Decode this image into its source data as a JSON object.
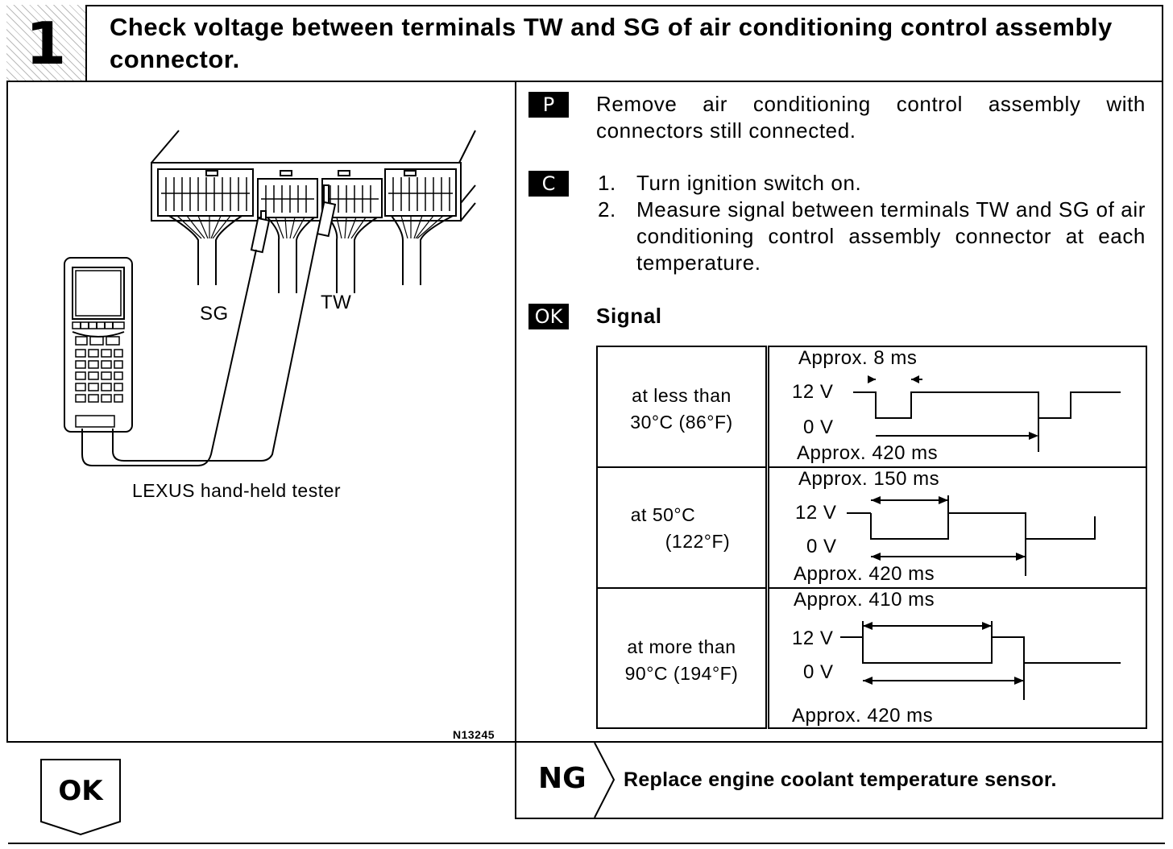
{
  "step": {
    "number": "1",
    "title": "Check voltage between terminals TW and SG of air conditioning control assembly connector."
  },
  "figure": {
    "label_sg": "SG",
    "label_tw": "TW",
    "tester_label": "LEXUS hand-held tester",
    "figure_id": "N13245"
  },
  "prep": {
    "tag": "P",
    "text": "Remove air conditioning control assembly with connectors still connected."
  },
  "check": {
    "tag": "C",
    "step1_num": "1.",
    "step1": "Turn ignition switch on.",
    "step2_num": "2.",
    "step2": "Measure signal between terminals TW and SG of air conditioning control assembly connector at each temperature."
  },
  "ok_spec": {
    "tag": "OK",
    "label": "Signal"
  },
  "signal_table": {
    "rows": [
      {
        "condition_line1": "at less than",
        "condition_line2": "30°C (86°F)",
        "top_label": "Approx. 8 ms",
        "high_label": "12 V",
        "low_label": "0 V",
        "bottom_label": "Approx. 420 ms",
        "low_duration_ms": 8,
        "period_ms": 420
      },
      {
        "condition_line1": "at 50°C",
        "condition_line2": "(122°F)",
        "top_label": "Approx. 150 ms",
        "high_label": "12 V",
        "low_label": "0 V",
        "bottom_label": "Approx. 420 ms",
        "low_duration_ms": 150,
        "period_ms": 420
      },
      {
        "condition_line1": "at more than",
        "condition_line2": "90°C (194°F)",
        "top_label": "Approx. 410 ms",
        "high_label": "12 V",
        "low_label": "0 V",
        "bottom_label": "Approx. 420 ms",
        "low_duration_ms": 410,
        "period_ms": 420
      }
    ]
  },
  "result_ok": {
    "label": "OK"
  },
  "result_ng": {
    "label": "NG",
    "text": "Replace engine coolant temperature sensor."
  }
}
